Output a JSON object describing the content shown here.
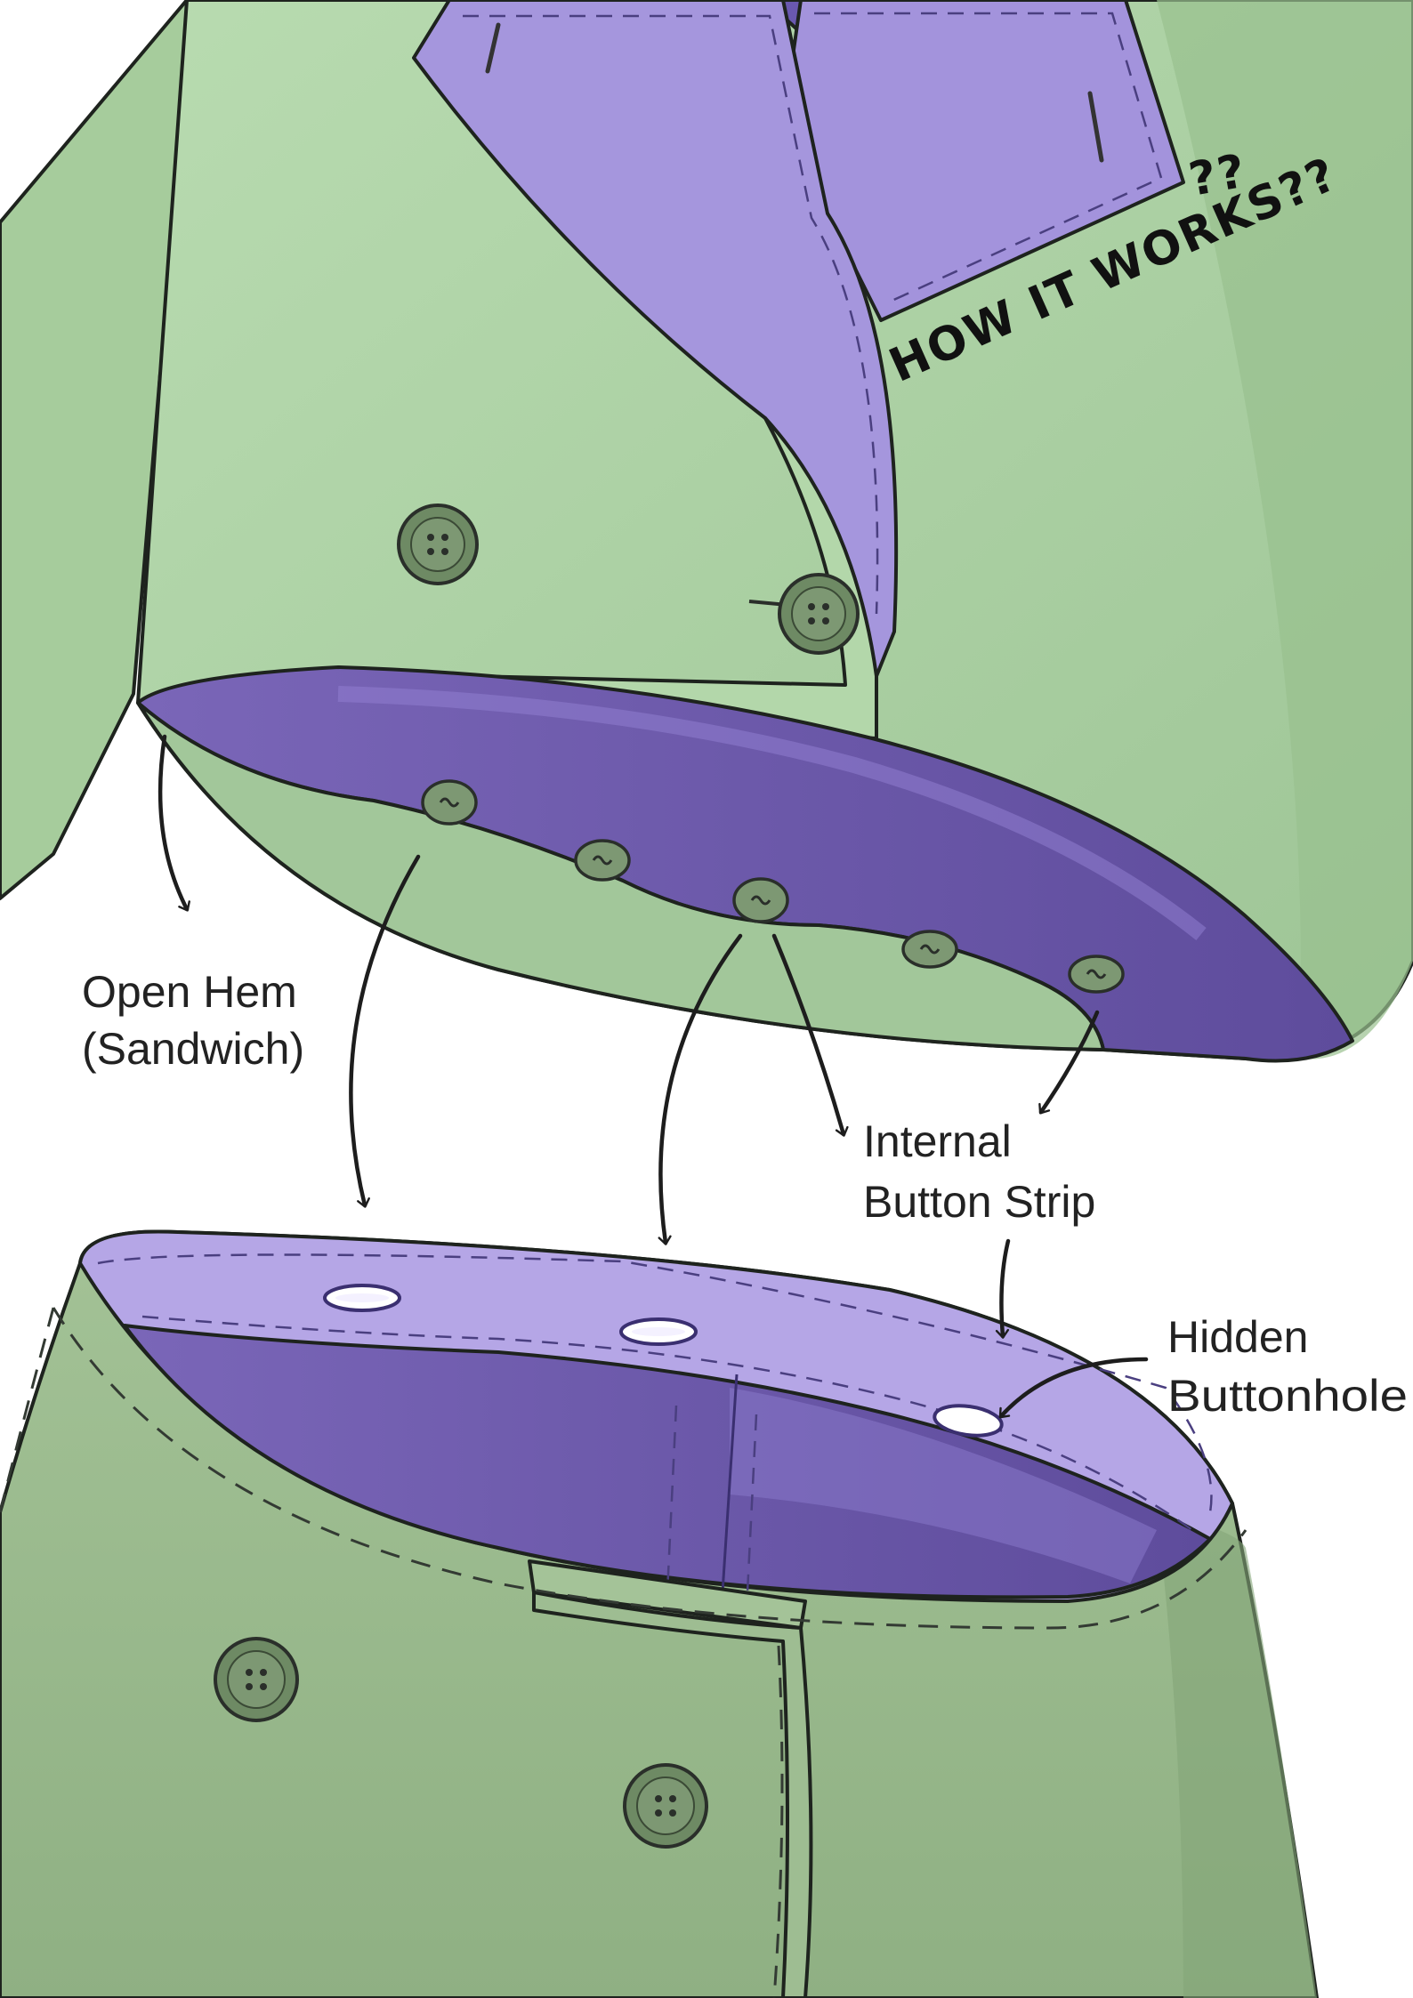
{
  "annotation": {
    "question": "HOW IT WORKS??",
    "question_marks": "??"
  },
  "labels": {
    "open_hem_line1": "Open Hem",
    "open_hem_line2": "(Sandwich)",
    "internal_strip_line1": "Internal",
    "internal_strip_line2": "Button Strip",
    "hidden_buttonhole_line1": "Hidden",
    "hidden_buttonhole_line2": "Buttonhole"
  },
  "colors": {
    "coat_green": "#a9cfa0",
    "coat_green_dark": "#90b888",
    "skirt_green": "#98b88c",
    "lining_purple": "#a895de",
    "lining_purple_dark": "#6a57a8",
    "button_green": "#6e8a64",
    "ink": "#1e231e"
  },
  "icons": {
    "button": "coat-button-icon",
    "buttonhole": "buttonhole-icon"
  }
}
